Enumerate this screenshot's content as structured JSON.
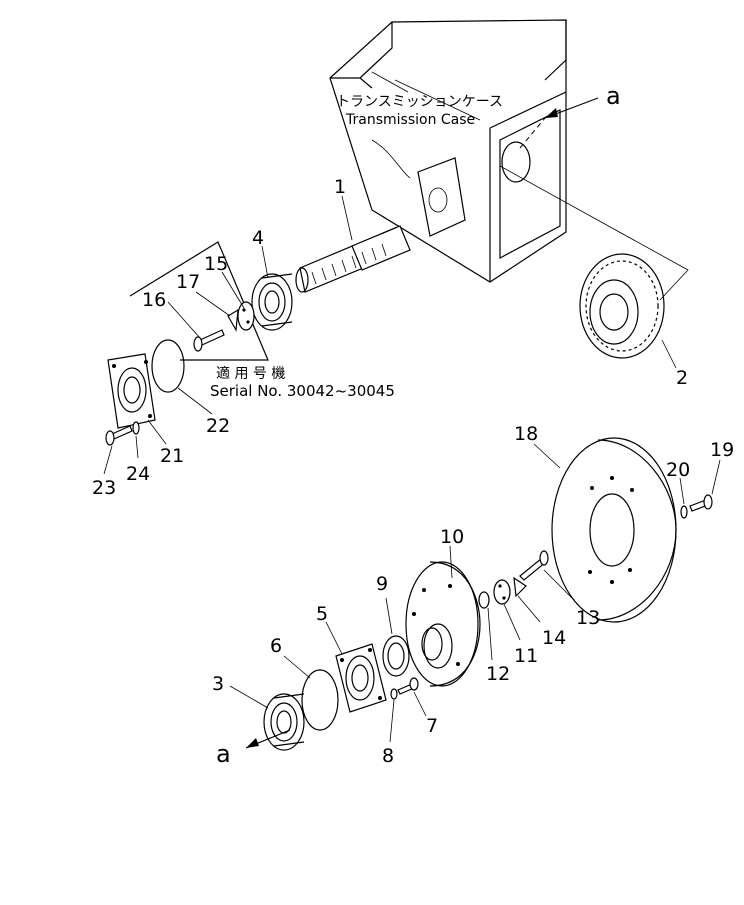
{
  "case": {
    "label_jp": "トランスミッションケース",
    "label_en": "Transmission Case"
  },
  "view_marker": "a",
  "serial": {
    "label_jp": "適 用 号 機",
    "label_en": "Serial No. 30042~30045"
  },
  "part_numbers": {
    "p1": "1",
    "p2": "2",
    "p3": "3",
    "p4": "4",
    "p5": "5",
    "p6": "6",
    "p7": "7",
    "p8": "8",
    "p9": "9",
    "p10": "10",
    "p11": "11",
    "p12": "12",
    "p13": "13",
    "p14": "14",
    "p15": "15",
    "p16": "16",
    "p17": "17",
    "p18": "18",
    "p19": "19",
    "p20": "20",
    "p21": "21",
    "p22": "22",
    "p23": "23",
    "p24": "24"
  }
}
